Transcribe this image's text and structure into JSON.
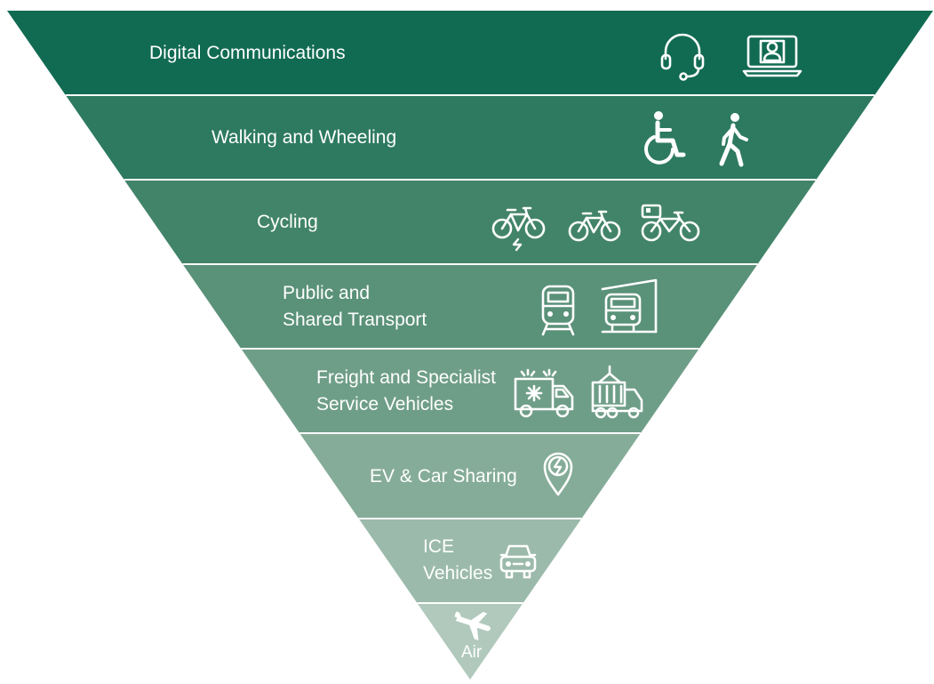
{
  "pyramid": {
    "tiers": [
      {
        "lines": [
          "Digital Communications"
        ],
        "color": "#116b52",
        "icons": [
          "headset-icon",
          "laptop-video-call-icon"
        ]
      },
      {
        "lines": [
          "Walking and Wheeling"
        ],
        "color": "#2d7a60",
        "icons": [
          "wheelchair-icon",
          "pedestrian-icon"
        ]
      },
      {
        "lines": [
          "Cycling"
        ],
        "color": "#428469",
        "icons": [
          "electric-bike-icon",
          "bicycle-icon",
          "cargo-bike-icon"
        ]
      },
      {
        "lines": [
          "Public and",
          "Shared Transport"
        ],
        "color": "#5a9179",
        "icons": [
          "train-icon",
          "bus-stop-icon"
        ]
      },
      {
        "lines": [
          "Freight and Specialist",
          "Service Vehicles"
        ],
        "color": "#6f9e88",
        "icons": [
          "ambulance-icon",
          "container-truck-icon"
        ]
      },
      {
        "lines": [
          "EV & Car Sharing"
        ],
        "color": "#85ac98",
        "icons": [
          "ev-charging-pin-icon"
        ]
      },
      {
        "lines": [
          "ICE",
          "Vehicles"
        ],
        "color": "#9bbaab",
        "icons": [
          "car-icon"
        ]
      },
      {
        "lines": [
          "Air"
        ],
        "color": "#b1c9bd",
        "icons": [
          "airplane-icon"
        ]
      }
    ]
  }
}
